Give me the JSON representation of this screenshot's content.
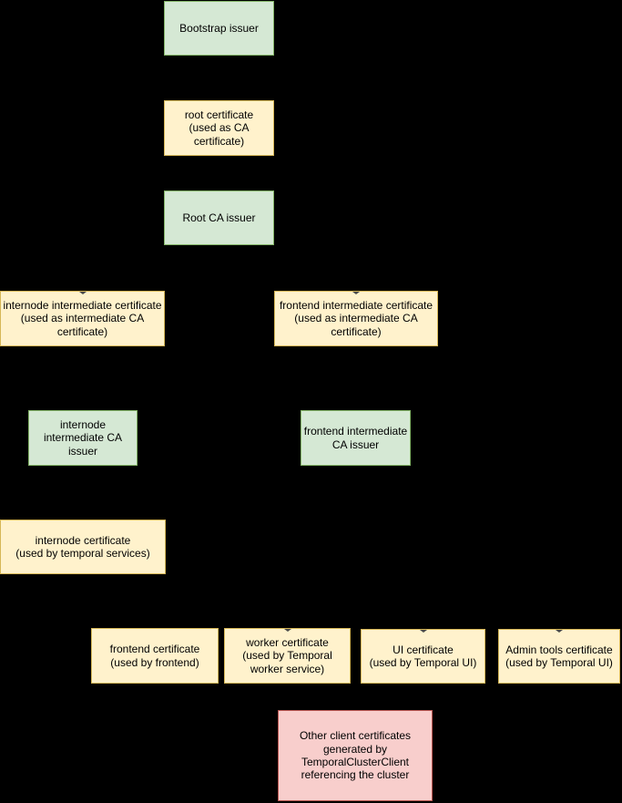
{
  "colors": {
    "background": "#000000",
    "issuer_fill": "#d5e8d4",
    "issuer_border": "#82b366",
    "certificate_fill": "#fff2cc",
    "certificate_border": "#d6b656",
    "client_fill": "#f8cecc",
    "client_border": "#b85450",
    "text": "#000000"
  },
  "diagram": {
    "type": "flowchart",
    "nodes": [
      {
        "id": "bootstrap-issuer",
        "type": "issuer",
        "label": "Bootstrap issuer"
      },
      {
        "id": "root-certificate",
        "type": "certificate",
        "label": "root certificate\n(used as CA\ncertificate)"
      },
      {
        "id": "root-ca-issuer",
        "type": "issuer",
        "label": "Root CA issuer"
      },
      {
        "id": "internode-intermediate-certificate",
        "type": "certificate",
        "label": "internode intermediate certificate\n(used as intermediate CA\ncertificate)"
      },
      {
        "id": "frontend-intermediate-certificate",
        "type": "certificate",
        "label": "frontend intermediate certificate\n(used as intermediate CA\ncertificate)"
      },
      {
        "id": "internode-intermediate-ca-issuer",
        "type": "issuer",
        "label": "internode\nintermediate CA\nissuer"
      },
      {
        "id": "frontend-intermediate-ca-issuer",
        "type": "issuer",
        "label": "frontend intermediate\nCA issuer"
      },
      {
        "id": "internode-certificate",
        "type": "certificate",
        "label": "internode certificate\n(used by temporal services)"
      },
      {
        "id": "frontend-certificate",
        "type": "certificate",
        "label": "frontend certificate\n(used by frontend)"
      },
      {
        "id": "worker-certificate",
        "type": "certificate",
        "label": "worker certificate\n(used by Temporal\nworker service)"
      },
      {
        "id": "ui-certificate",
        "type": "certificate",
        "label": "UI certificate\n(used by Temporal UI)"
      },
      {
        "id": "admin-tools-certificate",
        "type": "certificate",
        "label": "Admin tools certificate\n(used by Temporal UI)"
      },
      {
        "id": "other-client-certificates",
        "type": "client-certificate",
        "label": "Other client certificates\ngenerated by\nTemporalClusterClient\nreferencing the cluster"
      }
    ]
  }
}
